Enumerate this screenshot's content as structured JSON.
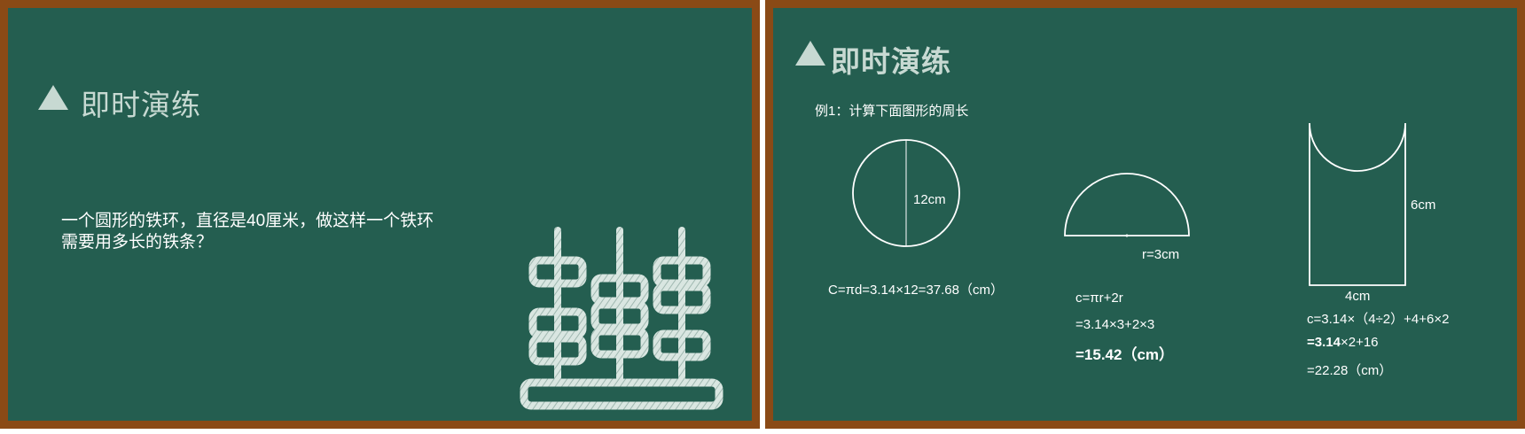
{
  "left_slide": {
    "title": "即时演练",
    "question_line1": "一个圆形的铁环，直径是40厘米，做这样一个铁环",
    "question_line2": "需要用多长的铁条？"
  },
  "right_slide": {
    "title": "即时演练",
    "example_label": "例1：计算下面图形的周长",
    "circle": {
      "dim_label": "12cm",
      "formula": "C=πd=3.14×12=37.68（cm）"
    },
    "semicircle": {
      "radius_label": "r=3cm",
      "formula_line1": "c=πr+2r",
      "formula_line2": "=3.14×3+2×3",
      "result": "=15.42（cm）"
    },
    "shape3": {
      "height_label": "6cm",
      "width_label": "4cm",
      "formula_line1": "c=3.14×（4÷2）+4+6×2",
      "formula_line2_bold": "=3.14",
      "formula_line2_rest": "×2+16",
      "formula_line3": "=22.28（cm）"
    }
  },
  "colors": {
    "board_green": "#245e50",
    "frame_brown": "#8a4a16",
    "chalk_title": "#c7d9d2",
    "chalk_white": "#ffffff"
  },
  "icons": [
    "triangle-icon",
    "abacus-illustration"
  ]
}
